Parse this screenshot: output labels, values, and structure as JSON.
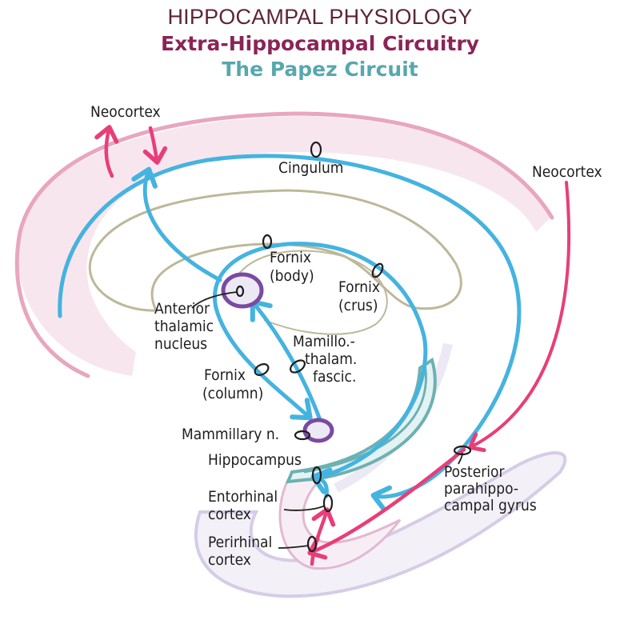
{
  "header": {
    "title": "HIPPOCAMPAL PHYSIOLOGY",
    "subtitle": "Extra-Hippocampal Circuitry",
    "section": "The Papez Circuit"
  },
  "colors": {
    "title": "#5e2438",
    "subtitle": "#8a2457",
    "section": "#57a8ad",
    "cingulate_fill": "#f8e6ee",
    "cingulate_outline": "#e8a6bf",
    "pathway_blue": "#45b3e0",
    "neocortex_pink": "#e83e78",
    "nucleus_purple": "#7a4aa0",
    "nucleus_fill": "#ece8f4",
    "hippocampus_teal": "#6db1b2",
    "parahippocampal_lavender": "#d5cce6",
    "corpus_outline": "#bdb89a"
  },
  "labels": {
    "neocortex_left": "Neocortex",
    "neocortex_right": "Neocortex",
    "cingulum": "Cingulum",
    "fornix_body": [
      "Fornix",
      "(body)"
    ],
    "fornix_crus": [
      "Fornix",
      "(crus)"
    ],
    "anterior_thalamic": [
      "Anterior",
      "thalamic",
      "nucleus"
    ],
    "mamillothalamic": [
      "Mamillo.-",
      "thalam.",
      "fascic."
    ],
    "fornix_column": [
      "Fornix",
      "(column)"
    ],
    "mammillary": "Mammillary n.",
    "hippocampus": "Hippocampus",
    "entorhinal": [
      "Entorhinal",
      "cortex"
    ],
    "perirhinal": [
      "Perirhinal",
      "cortex"
    ],
    "posterior_parahippocampal": [
      "Posterior",
      "parahippo-",
      "campal gyrus"
    ]
  }
}
